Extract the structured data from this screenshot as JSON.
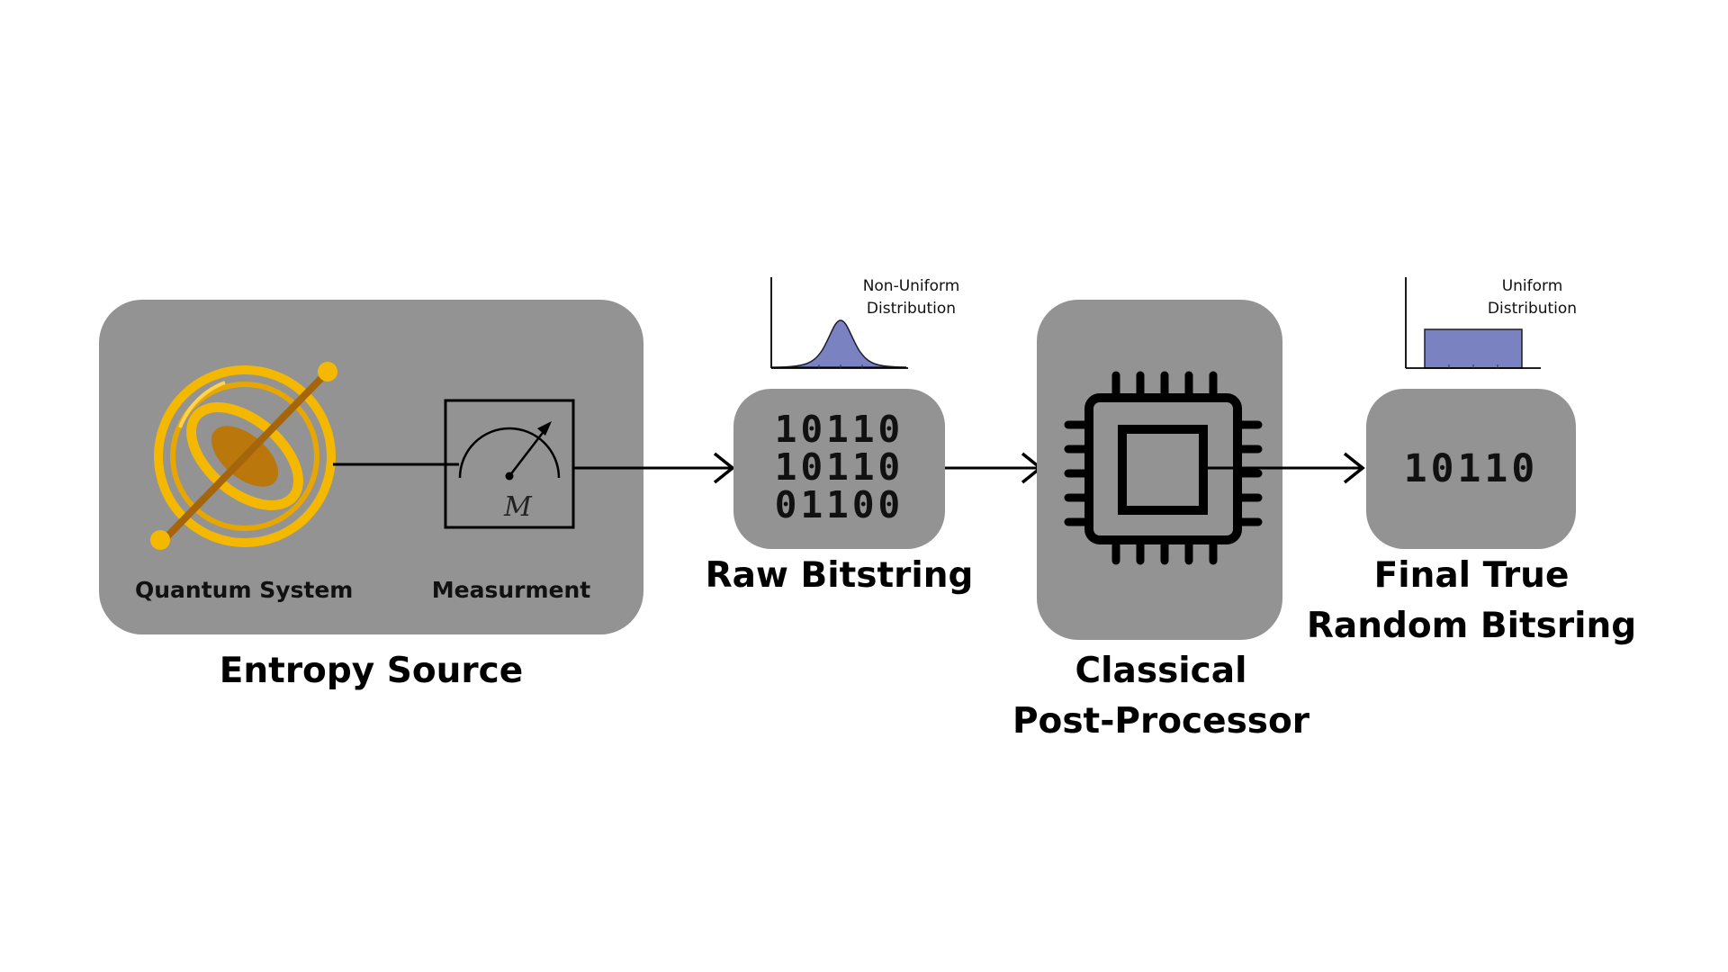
{
  "entropy_source": {
    "title": "Entropy Source",
    "quantum_label": "Quantum System",
    "measurement_label": "Measurment",
    "meter_symbol": "M"
  },
  "raw": {
    "title": "Raw Bitstring",
    "lines": [
      "10110",
      "10110",
      "01100"
    ],
    "dist_label": [
      "Non-Uniform",
      "Distribution"
    ]
  },
  "processor": {
    "title_lines": [
      "Classical",
      "Post-Processor"
    ]
  },
  "final": {
    "title_lines": [
      "Final True",
      "Random Bitsring"
    ],
    "bits": "10110",
    "dist_label": [
      "Uniform",
      "Distribution"
    ]
  },
  "colors": {
    "box": "#939393",
    "gyro_gold": "#f5b800",
    "gyro_brown": "#a5650a",
    "dist_fill": "#7b82c2"
  }
}
